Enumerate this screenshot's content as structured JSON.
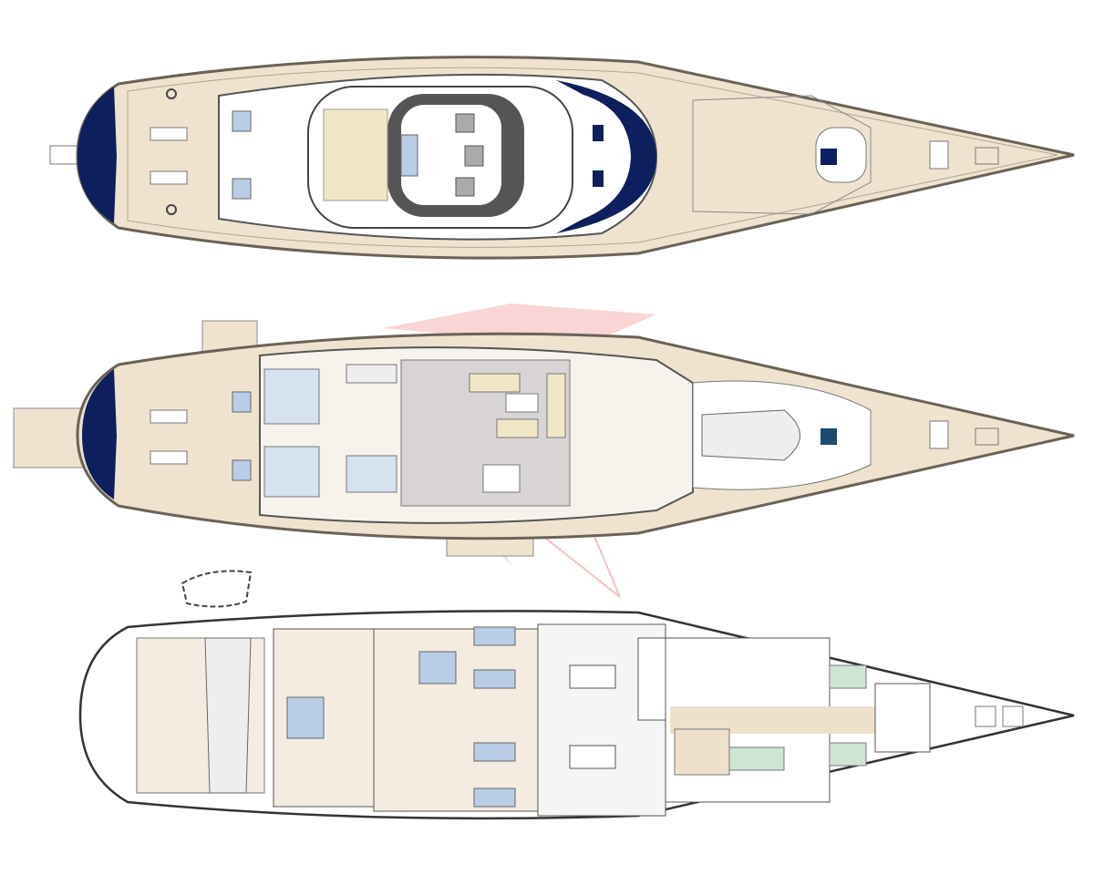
{
  "colors": {
    "deck": "#efe3cf",
    "hull_line": "#6b6257",
    "navy": "#0d1f5c",
    "furniture_blue": "#b9cde6",
    "interior_floor": "#f4ece0",
    "lounge_floor": "#d9d4d4",
    "galley_green": "#cfe5d4",
    "watermark_red": "#f08a8a",
    "watermark_blue": "#9fb3df"
  },
  "decks": [
    {
      "id": "sun-deck"
    },
    {
      "id": "main-deck"
    },
    {
      "id": "lower-deck"
    }
  ]
}
